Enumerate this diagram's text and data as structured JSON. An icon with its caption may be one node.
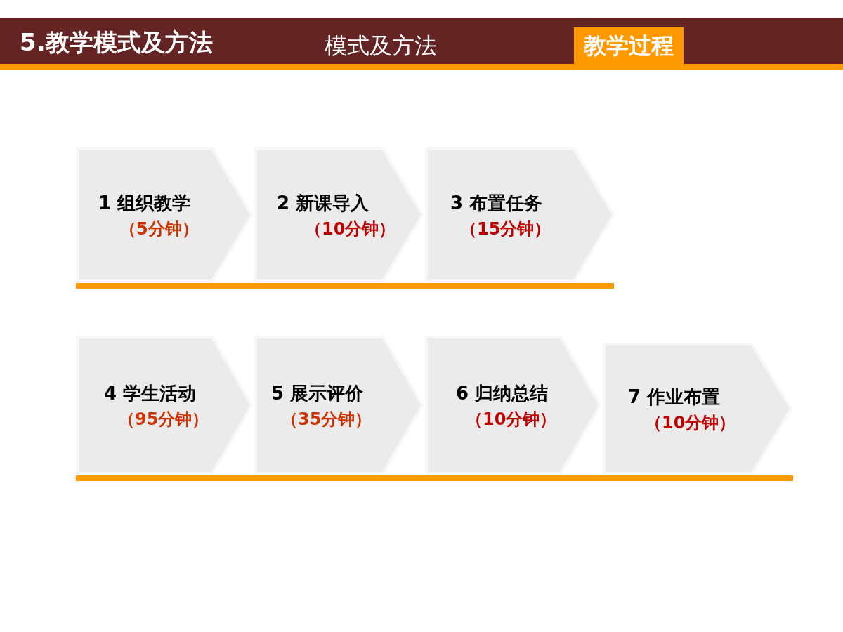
{
  "diagram": {
    "title": "5.教学模式及方法",
    "nodes": [
      {
        "text": [
          "1 组织教学",
          "（5分钟）"
        ]
      },
      {
        "text": [
          "2 新课导入",
          "（10分钟）"
        ]
      },
      {
        "text": [
          "3 布置任务",
          "（15分钟）"
        ]
      },
      {
        "text": [
          "4 学生活动",
          "（95分钟）"
        ]
      },
      {
        "text": [
          "5 展示评价",
          "（35分钟）"
        ]
      },
      {
        "text": [
          "6 归纳总结",
          "（10分钟）"
        ]
      },
      {
        "text": [
          "7 作业布置",
          "（10分钟）"
        ]
      }
    ],
    "labels": [
      "模式及方法",
      "教学过程"
    ]
  }
}
